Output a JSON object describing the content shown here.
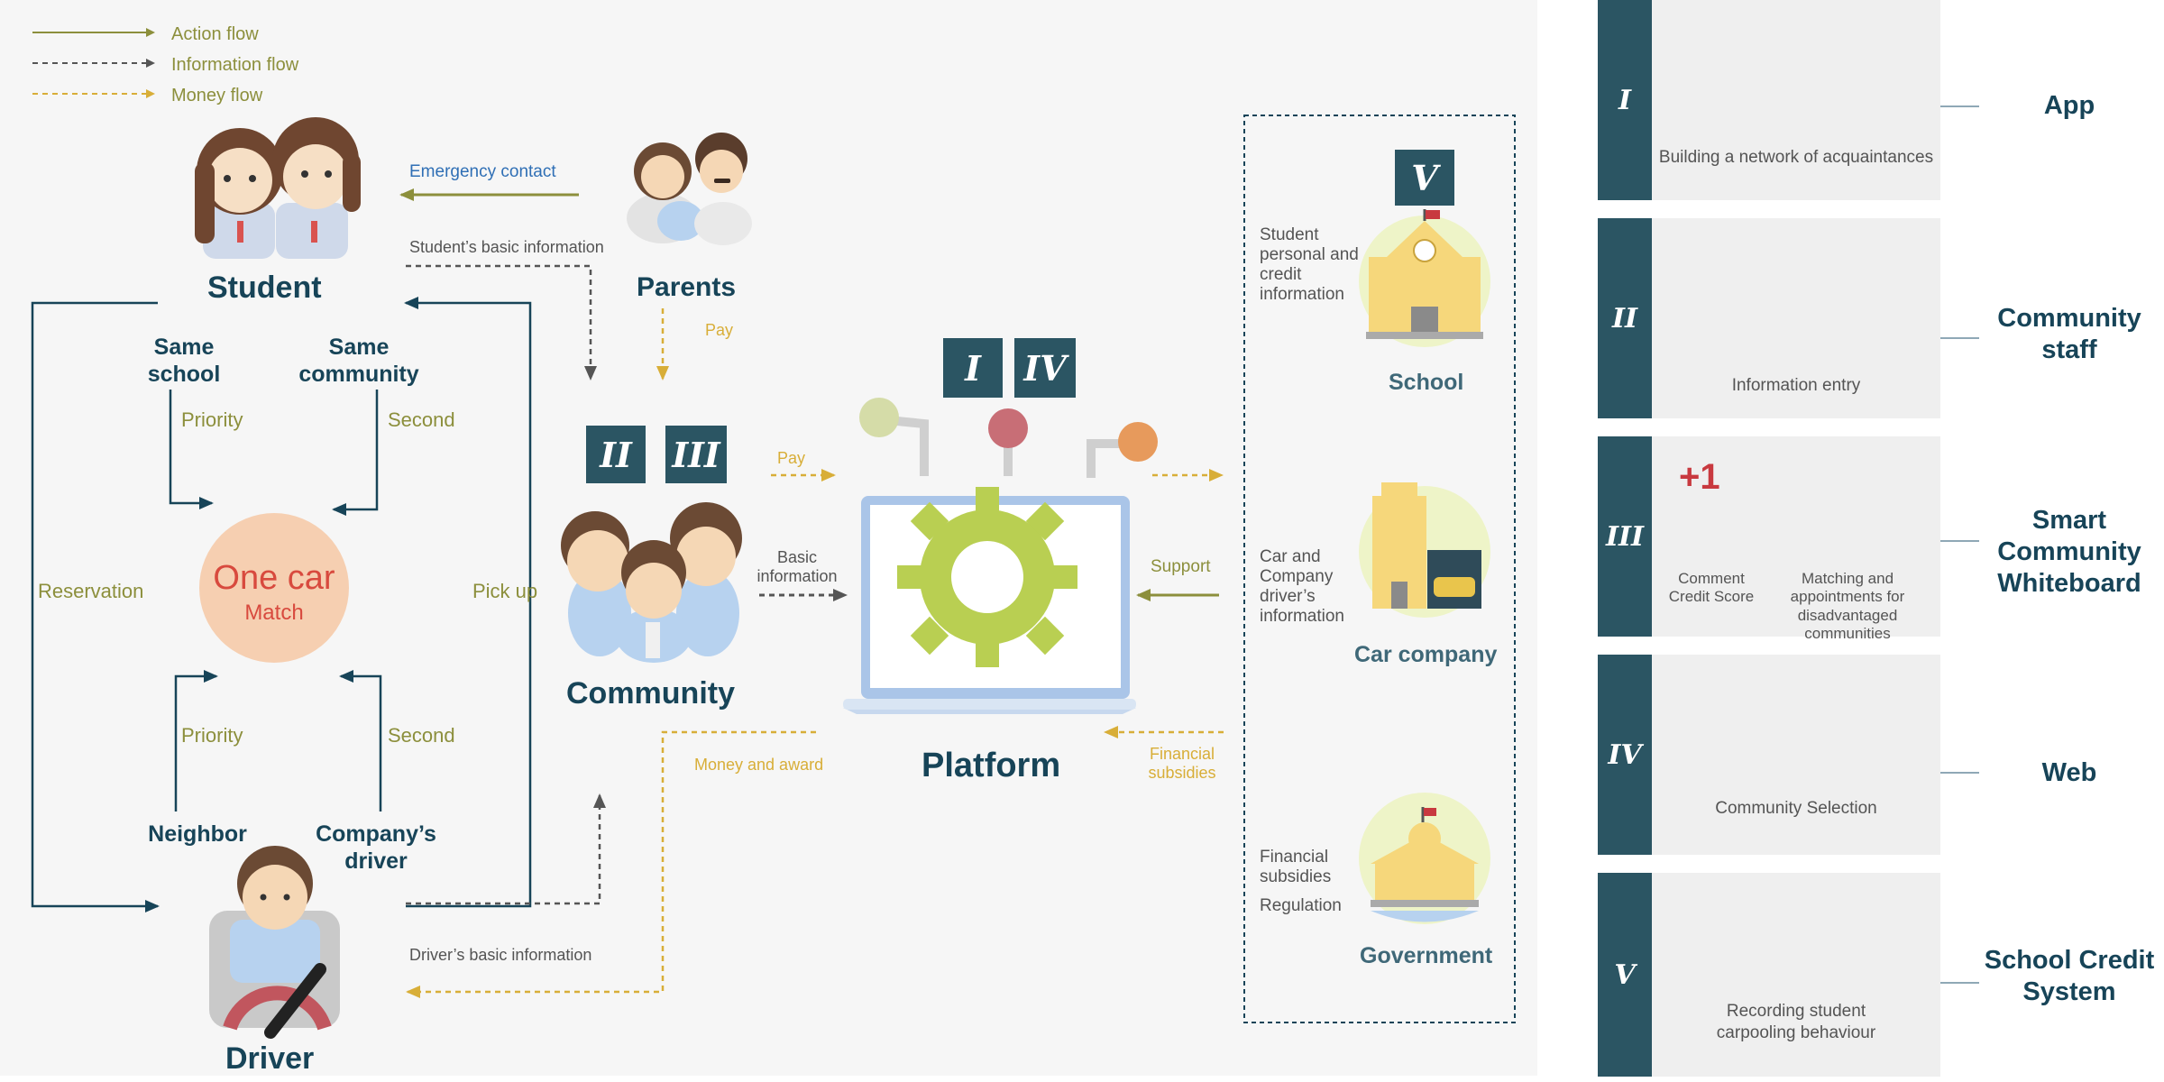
{
  "legend": {
    "action": "Action flow",
    "information": "Information flow",
    "money": "Money flow"
  },
  "actors": {
    "student": "Student",
    "parents": "Parents",
    "community": "Community",
    "driver": "Driver",
    "platform": "Platform",
    "school": "School",
    "car_company": "Car company",
    "government": "Government"
  },
  "match": {
    "title": "One car",
    "subtitle": "Match"
  },
  "student_side": {
    "same_school": "Same school",
    "same_community": "Same community",
    "priority": "Priority",
    "second": "Second"
  },
  "driver_side": {
    "neighbor": "Neighbor",
    "company_driver": "Company’s driver",
    "priority": "Priority",
    "second": "Second"
  },
  "flows": {
    "reservation": "Reservation",
    "pick_up": "Pick up",
    "emergency_contact": "Emergency contact",
    "student_basic_info": "Student’s basic information",
    "driver_basic_info": "Driver’s basic information",
    "pay_parents": "Pay",
    "pay_community": "Pay",
    "basic_information": "Basic information",
    "money_and_award": "Money and award",
    "support": "Support",
    "financial_subsidies": "Financial subsidies"
  },
  "stakeholders_box": {
    "school_info": "Student personal and credit information",
    "car_info": "Car and Company driver’s information",
    "gov_info_1": "Financial subsidies",
    "gov_info_2": "Regulation"
  },
  "roman": {
    "i": "I",
    "ii": "II",
    "iii": "III",
    "iv": "IV",
    "v": "V"
  },
  "cards": [
    {
      "numeral": "I",
      "caption": "Building a network of acquaintances",
      "title": "App"
    },
    {
      "numeral": "II",
      "caption": "Information entry",
      "title": "Community staff"
    },
    {
      "numeral": "III",
      "caption_left": "Comment Credit Score",
      "caption_right": "Matching and appointments for disadvantaged communities",
      "badge": "+1",
      "title": "Smart Community Whiteboard"
    },
    {
      "numeral": "IV",
      "caption": "Community Selection",
      "title": "Web"
    },
    {
      "numeral": "V",
      "caption": "Recording student carpooling behaviour",
      "title": "School Credit System"
    }
  ],
  "colors": {
    "action": "#8c8f3c",
    "information": "#555555",
    "money": "#d8ae38",
    "navy": "#174458",
    "card_bar": "#2b5563"
  }
}
